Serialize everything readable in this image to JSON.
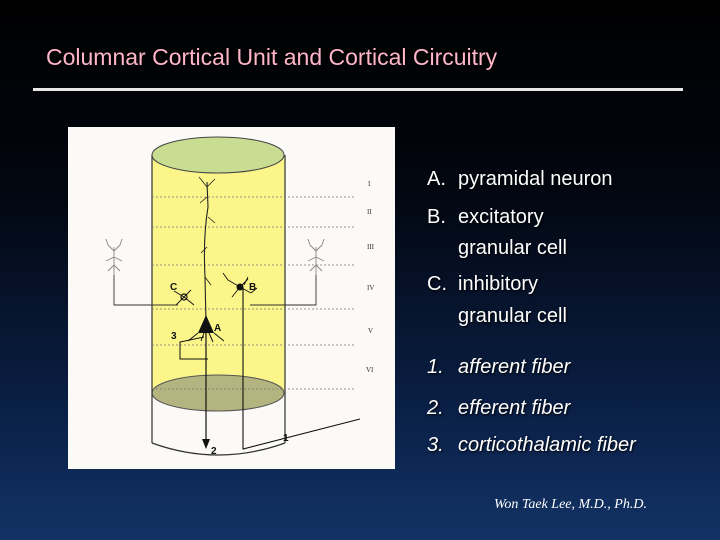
{
  "slide": {
    "title": "Columnar Cortical Unit and Cortical Circuitry",
    "credit": "Won Taek Lee, M.D., Ph.D."
  },
  "legend": {
    "cells": [
      {
        "key": "A.",
        "lines": [
          "pyramidal neuron"
        ]
      },
      {
        "key": "B.",
        "lines": [
          "excitatory",
          "granular cell"
        ]
      },
      {
        "key": "C.",
        "lines": [
          "inhibitory",
          "granular cell"
        ]
      }
    ],
    "fibers": [
      {
        "key": "1.",
        "label": "afferent fiber"
      },
      {
        "key": "2.",
        "label": "efferent fiber"
      },
      {
        "key": "3.",
        "label": "corticothalamic fiber"
      }
    ]
  },
  "figure": {
    "layers": [
      "I",
      "II",
      "III",
      "IV",
      "V",
      "VI"
    ],
    "cell_labels": [
      "A",
      "B",
      "C"
    ],
    "fiber_labels": [
      "1",
      "2",
      "3"
    ],
    "colors": {
      "column": "#fbf58a",
      "cap": "#c8dd92",
      "base": "#b4b480"
    }
  }
}
